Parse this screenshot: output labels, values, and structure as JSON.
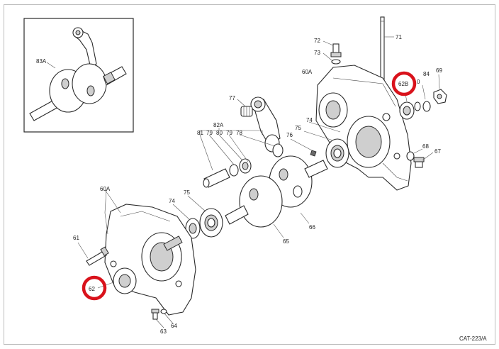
{
  "diagram": {
    "catalog_code": "CAT-223/A",
    "inset_label": "83A",
    "highlight_color": "#d9121b",
    "callouts": {
      "c71": "71",
      "c72": "72",
      "c73": "73",
      "c60a_top": "60A",
      "c62b": "62B",
      "c84": "84",
      "c69": "69",
      "c77": "77",
      "c82a": "82A",
      "c81": "81",
      "c79a": "79",
      "c80": "80",
      "c79b": "79",
      "c78": "78",
      "c76": "76",
      "c75_top": "75",
      "c74_top": "74",
      "c68": "68",
      "c67": "67",
      "c60a_left": "60A",
      "c75_low": "75",
      "c74_low": "74",
      "c61": "61",
      "c62": "62",
      "c63": "63",
      "c64": "64",
      "c65": "65",
      "c66": "66",
      "c0": "0"
    }
  }
}
